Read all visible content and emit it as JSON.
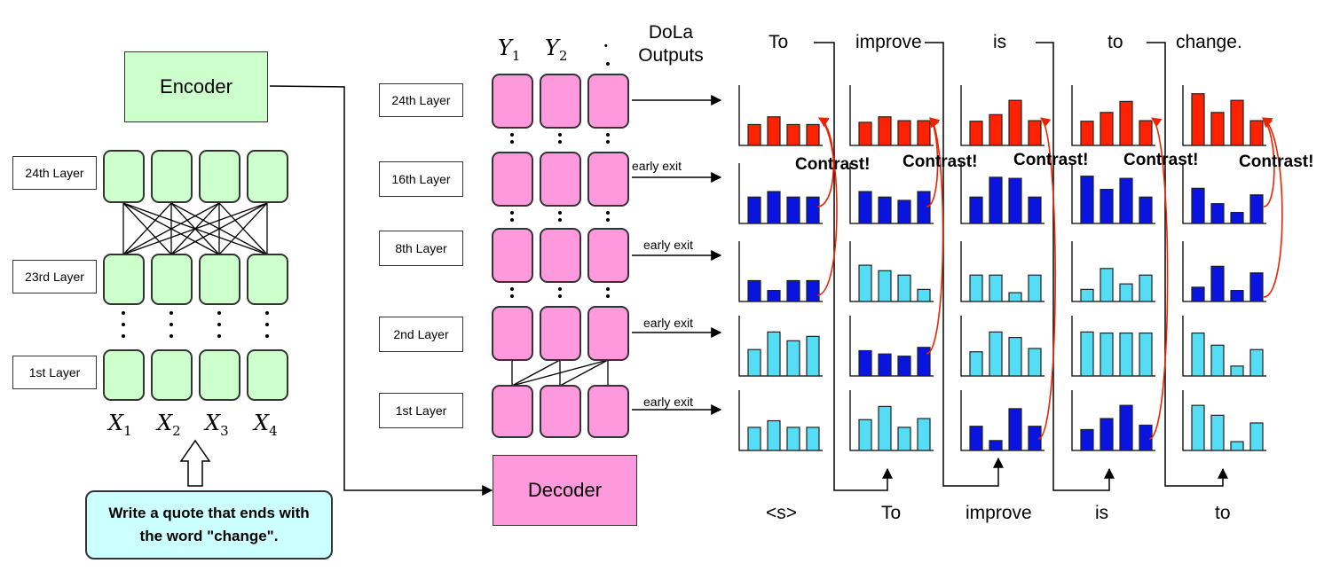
{
  "encoder": {
    "title": "Encoder",
    "layer_labels": [
      "24th Layer",
      "23rd Layer",
      "1st Layer"
    ],
    "inputs": [
      "X",
      "X",
      "X",
      "X"
    ],
    "input_subscripts": [
      "1",
      "2",
      "3",
      "4"
    ],
    "prompt": "Write a quote that ends with the word \"change\"."
  },
  "decoder": {
    "title": "Decoder",
    "layer_labels": [
      "24th Layer",
      "16th Layer",
      "8th Layer",
      "2nd Layer",
      "1st Layer"
    ],
    "outputs": [
      "Y",
      "Y",
      "·"
    ],
    "output_subscripts": [
      "1",
      "2",
      ""
    ],
    "dola_outputs": "DoLa\nOutputs",
    "early_exit": "early exit"
  },
  "tokens": {
    "top": [
      "To",
      "improve",
      "is",
      "to",
      "change."
    ],
    "bottom": [
      "<s>",
      "To",
      "improve",
      "is",
      "to"
    ]
  },
  "contrast_label": "Contrast!",
  "colors": {
    "final": "#ff2200",
    "premature": "#0a14e0",
    "other": "#55ddf5",
    "encoder_block": "#ccffcc",
    "decoder_block": "#ff99dd",
    "prompt_bg": "#ccffff",
    "arrow_red": "#ee2200"
  },
  "histograms": {
    "columns": [
      {
        "rows": [
          {
            "color": "final",
            "values": [
              0.38,
              0.52,
              0.38,
              0.38
            ]
          },
          {
            "color": "premature",
            "values": [
              0.48,
              0.58,
              0.48,
              0.48
            ]
          },
          {
            "color": "premature",
            "values": [
              0.38,
              0.2,
              0.38,
              0.38
            ]
          },
          {
            "color": "other",
            "values": [
              0.48,
              0.8,
              0.64,
              0.72
            ]
          },
          {
            "color": "other",
            "values": [
              0.42,
              0.54,
              0.42,
              0.42
            ]
          }
        ]
      },
      {
        "rows": [
          {
            "color": "final",
            "values": [
              0.42,
              0.52,
              0.45,
              0.45
            ]
          },
          {
            "color": "premature",
            "values": [
              0.58,
              0.48,
              0.42,
              0.58
            ]
          },
          {
            "color": "other",
            "values": [
              0.66,
              0.56,
              0.48,
              0.22
            ]
          },
          {
            "color": "premature",
            "values": [
              0.46,
              0.4,
              0.36,
              0.52
            ]
          },
          {
            "color": "other",
            "values": [
              0.56,
              0.8,
              0.42,
              0.58
            ]
          }
        ]
      },
      {
        "rows": [
          {
            "color": "final",
            "values": [
              0.44,
              0.56,
              0.82,
              0.45
            ]
          },
          {
            "color": "premature",
            "values": [
              0.48,
              0.84,
              0.82,
              0.48
            ]
          },
          {
            "color": "other",
            "values": [
              0.48,
              0.48,
              0.16,
              0.48
            ]
          },
          {
            "color": "other",
            "values": [
              0.44,
              0.8,
              0.7,
              0.5
            ]
          },
          {
            "color": "premature",
            "values": [
              0.44,
              0.18,
              0.76,
              0.44
            ]
          }
        ]
      },
      {
        "rows": [
          {
            "color": "final",
            "values": [
              0.44,
              0.6,
              0.8,
              0.45
            ]
          },
          {
            "color": "premature",
            "values": [
              0.86,
              0.62,
              0.82,
              0.48
            ]
          },
          {
            "color": "other",
            "values": [
              0.22,
              0.6,
              0.32,
              0.48
            ]
          },
          {
            "color": "other",
            "values": [
              0.8,
              0.78,
              0.78,
              0.78
            ]
          },
          {
            "color": "premature",
            "values": [
              0.38,
              0.58,
              0.82,
              0.46
            ]
          }
        ]
      },
      {
        "rows": [
          {
            "color": "final",
            "values": [
              0.94,
              0.6,
              0.82,
              0.45
            ]
          },
          {
            "color": "premature",
            "values": [
              0.64,
              0.36,
              0.2,
              0.52
            ]
          },
          {
            "color": "premature",
            "values": [
              0.26,
              0.64,
              0.2,
              0.52
            ]
          },
          {
            "color": "other",
            "values": [
              0.78,
              0.56,
              0.18,
              0.48
            ]
          },
          {
            "color": "other",
            "values": [
              0.82,
              0.64,
              0.16,
              0.5
            ]
          }
        ]
      }
    ]
  }
}
